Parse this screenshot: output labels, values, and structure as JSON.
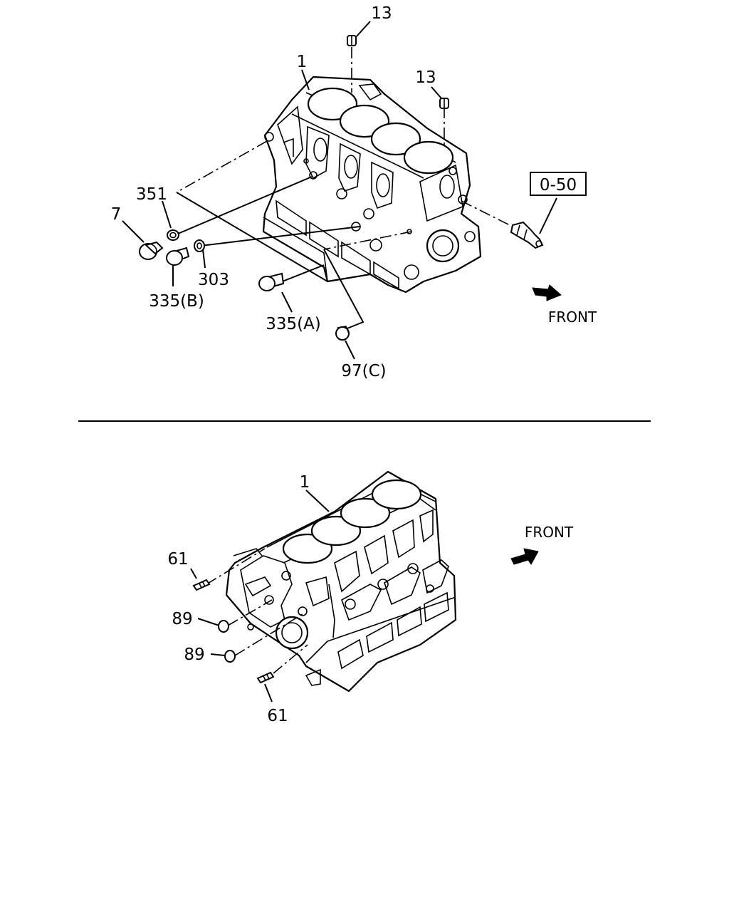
{
  "top_diagram": {
    "labels": {
      "block": "1",
      "plug_top": "13",
      "plug_right": "13",
      "ref_box": "0-50",
      "ring": "351",
      "plug_left": "7",
      "washer": "303",
      "plug_b": "335(B)",
      "plug_a": "335(A)",
      "cap_c": "97(C)",
      "front": "FRONT"
    }
  },
  "bottom_diagram": {
    "labels": {
      "block": "1",
      "front": "FRONT",
      "stud_top": "61",
      "cap_upper": "89",
      "cap_lower": "89",
      "stud_bottom": "61"
    }
  }
}
